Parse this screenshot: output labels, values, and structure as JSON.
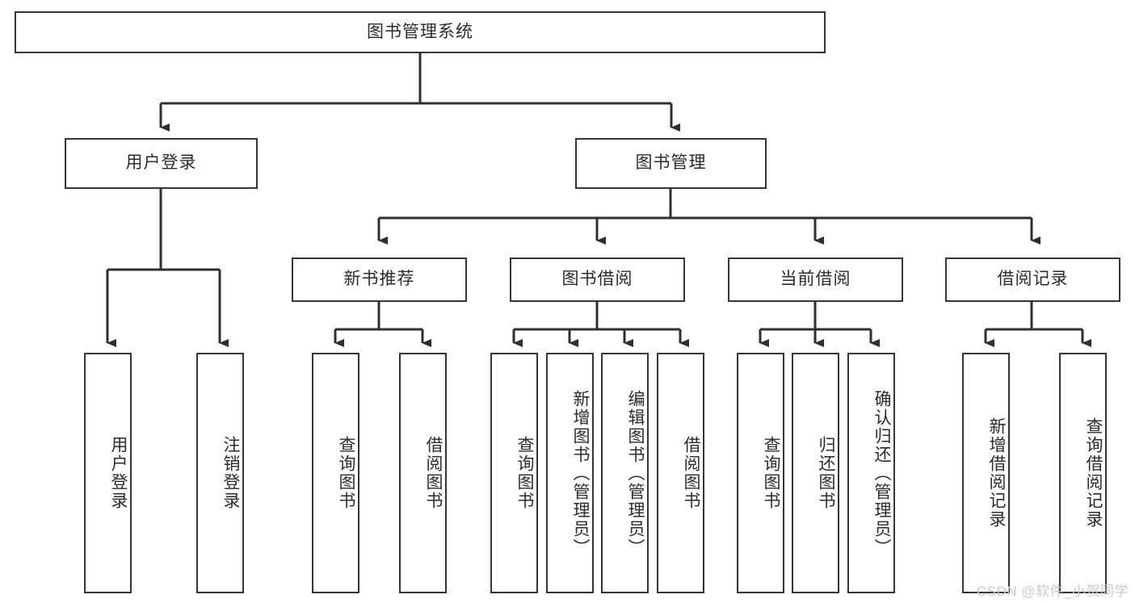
{
  "diagram": {
    "title": "图书管理系统",
    "watermark": "CSDN @软件_小贺同学",
    "colors": {
      "stroke": "#353535",
      "text": "#2b2b2b",
      "background": "#ffffff",
      "watermark": "#c9c9c9"
    },
    "root": {
      "label": "图书管理系统"
    },
    "level2": [
      {
        "label": "用户登录"
      },
      {
        "label": "图书管理"
      }
    ],
    "level3": [
      {
        "label": "新书推荐"
      },
      {
        "label": "图书借阅"
      },
      {
        "label": "当前借阅"
      },
      {
        "label": "借阅记录"
      }
    ],
    "leaves": {
      "user_login": [
        {
          "label": "用户登录"
        },
        {
          "label": "注销登录"
        }
      ],
      "new_book_recommend": [
        {
          "label": "查询图书"
        },
        {
          "label": "借阅图书"
        }
      ],
      "book_borrow": [
        {
          "label": "查询图书"
        },
        {
          "label": "新增图书（管理员）"
        },
        {
          "label": "编辑图书（管理员）"
        },
        {
          "label": "借阅图书"
        }
      ],
      "current_borrow": [
        {
          "label": "查询图书"
        },
        {
          "label": "归还图书"
        },
        {
          "label": "确认归还（管理员）"
        }
      ],
      "borrow_record": [
        {
          "label": "新增借阅记录"
        },
        {
          "label": "查询借阅记录"
        }
      ]
    }
  }
}
